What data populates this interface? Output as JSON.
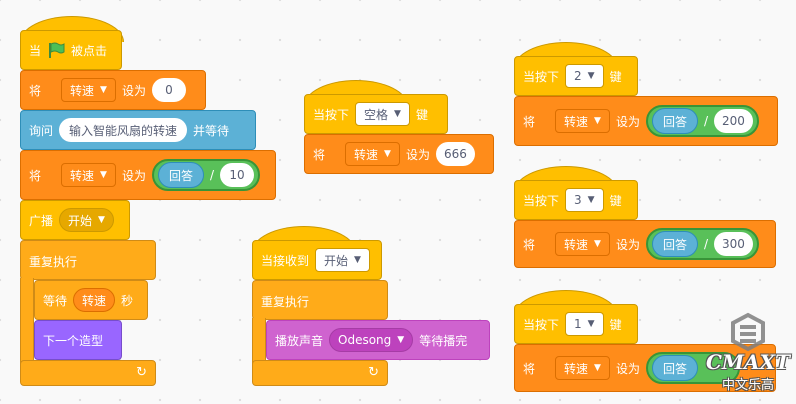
{
  "colors": {
    "events": "#ffbf00",
    "variables": "#ff8c1a",
    "sound": "#cf63cf",
    "sensing": "#5cb1d6",
    "control": "#ffab19",
    "looks": "#9966ff",
    "operators": "#59c059"
  },
  "script1": {
    "hat": {
      "prefix": "当",
      "suffix": "被点击",
      "icon": "green-flag-icon"
    },
    "set1": {
      "label": "将",
      "var": "转速",
      "mid": "设为",
      "value": "0"
    },
    "ask": {
      "label": "询问",
      "question": "输入智能风扇的转速",
      "suffix": "并等待"
    },
    "set2": {
      "label": "将",
      "var": "转速",
      "mid": "设为",
      "reporter": "回答",
      "op": "/",
      "value": "10"
    },
    "broadcast": {
      "label": "广播",
      "message": "开始"
    },
    "forever": {
      "label": "重复执行",
      "loop_icon": "loop-arrow-icon"
    },
    "wait": {
      "label": "等待",
      "reporter": "转速",
      "suffix": "秒"
    },
    "next": {
      "label": "下一个造型"
    }
  },
  "script2": {
    "hat": {
      "prefix": "当按下",
      "key": "空格",
      "suffix": "键"
    },
    "set": {
      "label": "将",
      "var": "转速",
      "mid": "设为",
      "value": "666"
    }
  },
  "script3": {
    "hat": {
      "prefix": "当接收到",
      "message": "开始"
    },
    "forever": {
      "label": "重复执行"
    },
    "play": {
      "label": "播放声音",
      "sound": "Odesong",
      "suffix": "等待播完"
    }
  },
  "script4": {
    "hat": {
      "prefix": "当按下",
      "key": "2",
      "suffix": "键"
    },
    "set": {
      "label": "将",
      "var": "转速",
      "mid": "设为",
      "reporter": "回答",
      "op": "/",
      "value": "200"
    }
  },
  "script5": {
    "hat": {
      "prefix": "当按下",
      "key": "3",
      "suffix": "键"
    },
    "set": {
      "label": "将",
      "var": "转速",
      "mid": "设为",
      "reporter": "回答",
      "op": "/",
      "value": "300"
    }
  },
  "script6": {
    "hat": {
      "prefix": "当按下",
      "key": "1",
      "suffix": "键"
    },
    "set": {
      "label": "将",
      "var": "转速",
      "mid": "设为",
      "reporter": "回答"
    }
  },
  "watermark": {
    "text": "CMAXT",
    "sub": "中文乐高"
  }
}
